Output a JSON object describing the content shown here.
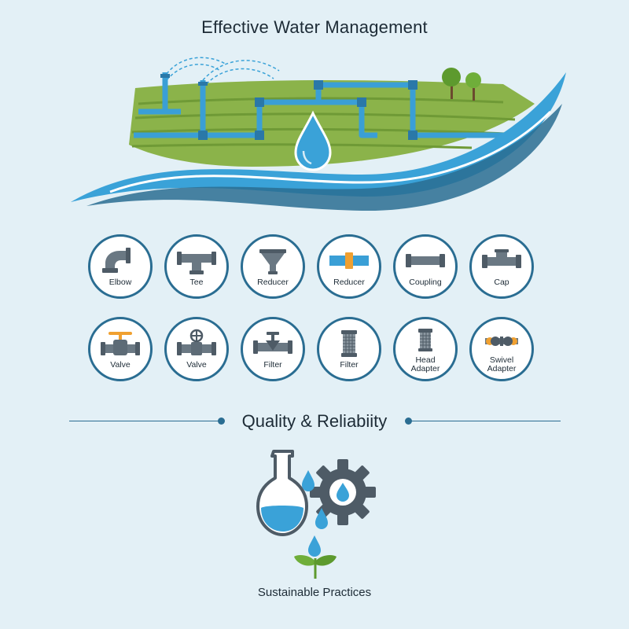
{
  "title": "Effective Water Management",
  "colors": {
    "background": "#e3f0f6",
    "ring": "#2a6d92",
    "water": "#3aa2d8",
    "pipe": "#3a9fd6",
    "field": "#8bb34a",
    "fitting": "#5d6b76",
    "accent": "#f0a030"
  },
  "components": [
    {
      "label": "Elbow",
      "icon": "elbow-icon"
    },
    {
      "label": "Tee",
      "icon": "tee-icon"
    },
    {
      "label": "Reducer",
      "icon": "funnel-reducer-icon"
    },
    {
      "label": "Reducer",
      "icon": "reducer-icon"
    },
    {
      "label": "Coupling",
      "icon": "coupling-icon"
    },
    {
      "label": "Cap",
      "icon": "cap-icon"
    },
    {
      "label": "Valve",
      "icon": "gate-valve-icon"
    },
    {
      "label": "Valve",
      "icon": "wheel-valve-icon"
    },
    {
      "label": "Filter",
      "icon": "inline-filter-icon"
    },
    {
      "label": "Filter",
      "icon": "cartridge-filter-icon"
    },
    {
      "label": "Head\nAdapter",
      "icon": "head-adapter-icon"
    },
    {
      "label": "Swivel\nAdapter",
      "icon": "swivel-adapter-icon"
    }
  ],
  "section_title": "Quality & Reliabiity",
  "footer": "Sustainable Practices"
}
